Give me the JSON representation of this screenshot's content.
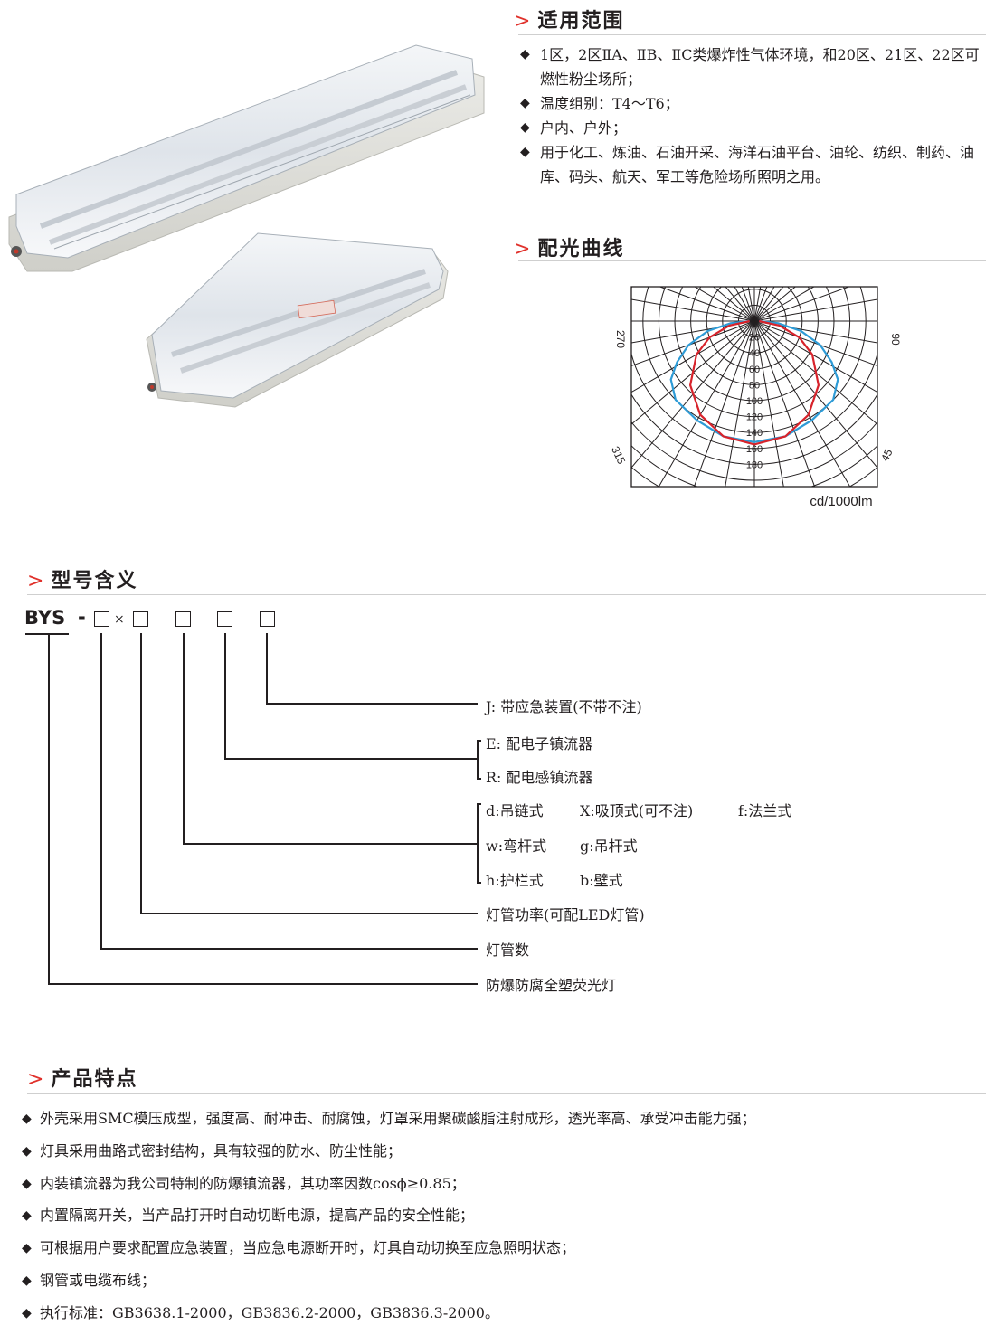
{
  "sections": {
    "scope": {
      "arrow": ">",
      "title": "适用范围",
      "items": [
        "1区，2区ⅡA、ⅡB、ⅡC类爆炸性气体环境，和20区、21区、22区可燃性粉尘场所；",
        "温度组别：T4～T6；",
        "户内、户外；",
        "用于化工、炼油、石油开采、海洋石油平台、油轮、纺织、制药、油库、码头、航天、军工等危险场所照明之用。"
      ]
    },
    "curve": {
      "arrow": ">",
      "title": "配光曲线",
      "angle_labels": [
        "270",
        "90",
        "315",
        "45"
      ],
      "radial_labels": [
        "20",
        "40",
        "60",
        "80",
        "100",
        "120",
        "140",
        "160",
        "180"
      ],
      "unit": "cd/1000lm",
      "colors": {
        "transverse": "#2e9bd6",
        "longitudinal": "#d7232b"
      }
    },
    "model": {
      "arrow": ">",
      "title": "型号含义",
      "prefix": "BYS",
      "dash": "-",
      "times": "×",
      "legend": {
        "j": "J:  带应急装置(不带不注)",
        "e": "E:  配电子镇流器",
        "r": "R:  配电感镇流器",
        "d": "d:吊链式",
        "x": "X:吸顶式(可不注)",
        "f": "f:法兰式",
        "w": "w:弯杆式",
        "g": "g:吊杆式",
        "h": "h:护栏式",
        "b": "b:壁式",
        "power": "灯管功率(可配LED灯管)",
        "count": "灯管数",
        "name": "防爆防腐全塑荧光灯"
      }
    },
    "features": {
      "arrow": ">",
      "title": "产品特点",
      "items": [
        "外壳采用SMC模压成型，强度高、耐冲击、耐腐蚀，灯罩采用聚碳酸脂注射成形，透光率高、承受冲击能力强；",
        "灯具采用曲路式密封结构，具有较强的防水、防尘性能；",
        "内装镇流器为我公司特制的防爆镇流器，其功率因数cosϕ≥0.85；",
        "内置隔离开关，当产品打开时自动切断电源，提高产品的安全性能；",
        "可根据用户要求配置应急装置，当应急电源断开时，灯具自动切换至应急照明状态；",
        "钢管或电缆布线；",
        "执行标准：GB3638.1-2000，GB3836.2-2000，GB3836.3-2000。"
      ]
    }
  },
  "bullet": "◆",
  "accent": "#e0312b"
}
